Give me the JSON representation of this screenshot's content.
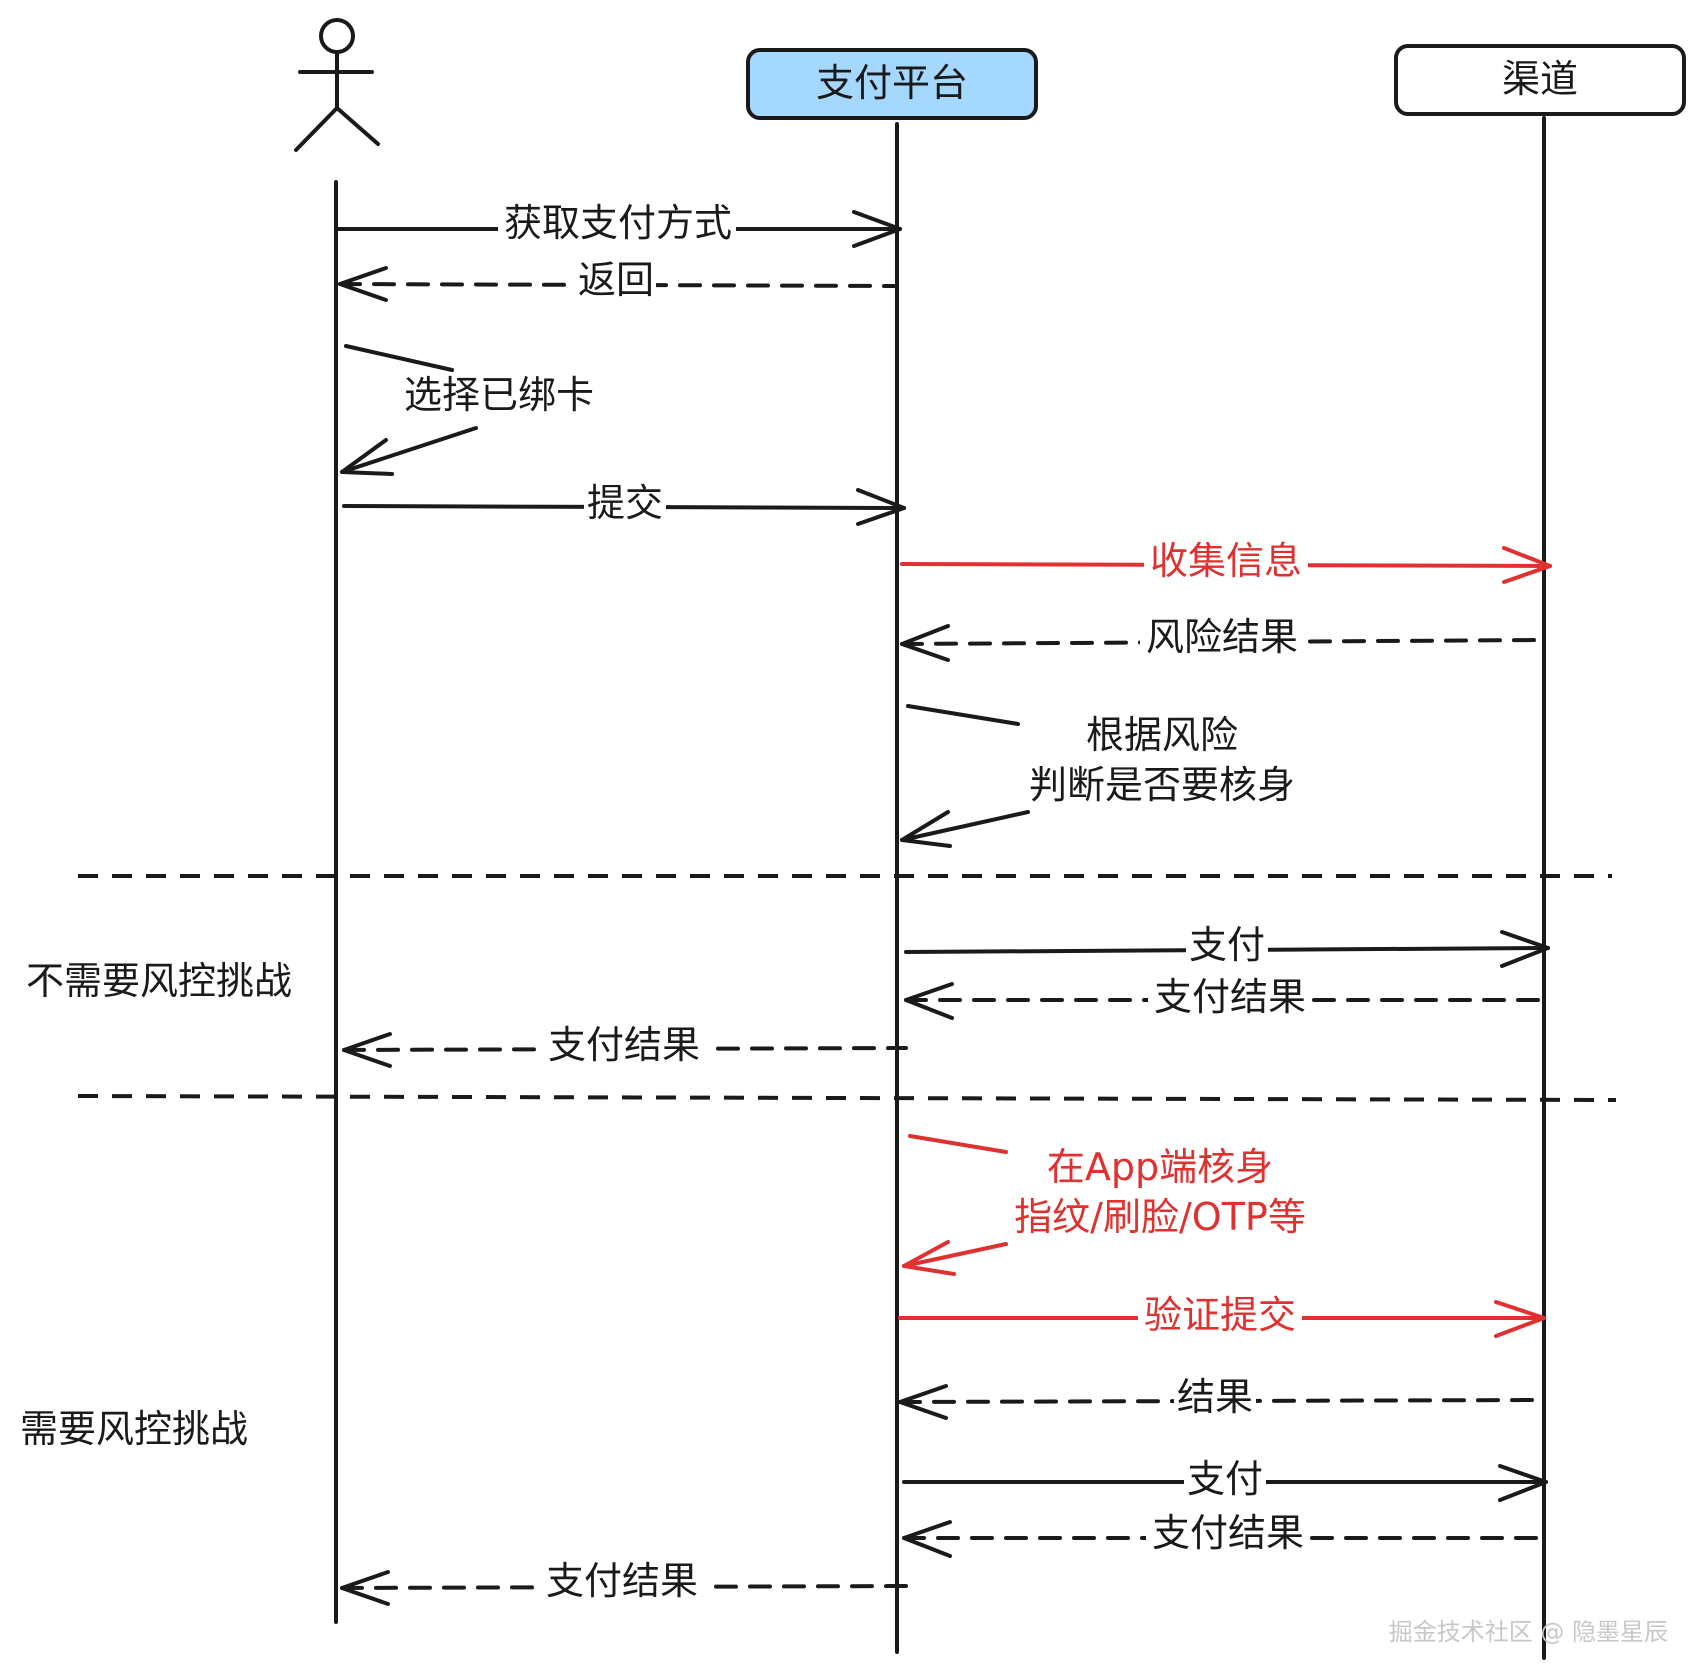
{
  "participants": {
    "platform": "支付平台",
    "channel": "渠道"
  },
  "messages": {
    "get_methods": "获取支付方式",
    "return": "返回",
    "select_card": "选择已绑卡",
    "submit": "提交",
    "collect_info": "收集信息",
    "risk_result": "风险结果",
    "judge_line1": "根据风险",
    "judge_line2": "判断是否要核身",
    "pay_a": "支付",
    "pay_result_a_channel": "支付结果",
    "pay_result_a_user": "支付结果",
    "verify_line1": "在App端核身",
    "verify_line2": "指纹/刷脸/OTP等",
    "verify_submit": "验证提交",
    "result": "结果",
    "pay_b": "支付",
    "pay_result_b_channel": "支付结果",
    "pay_result_b_user": "支付结果"
  },
  "sections": {
    "no_challenge": "不需要风控挑战",
    "need_challenge": "需要风控挑战"
  },
  "watermark": "掘金技术社区 @ 隐墨星辰",
  "colors": {
    "ink": "#1a1a1a",
    "red": "#e03131",
    "platform_fill": "#a5d8ff",
    "channel_fill": "#ffffff"
  }
}
